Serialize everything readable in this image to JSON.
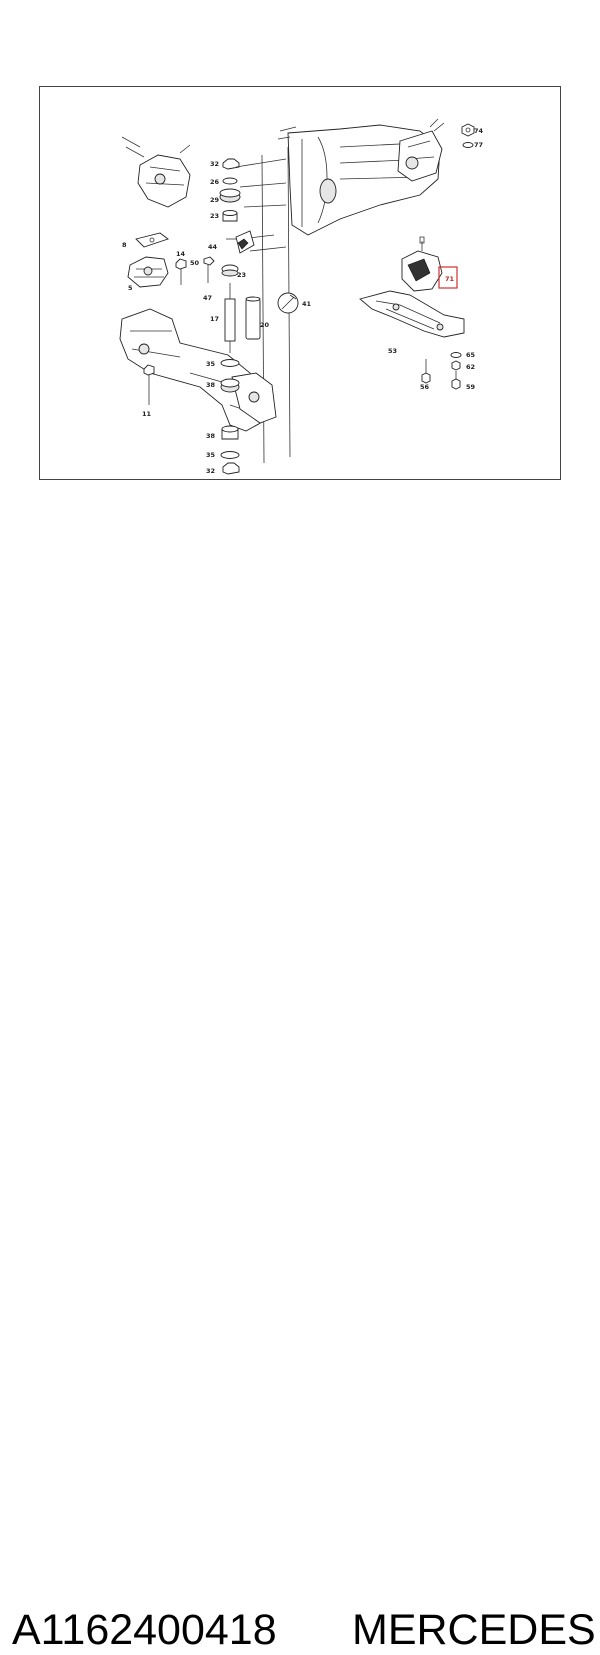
{
  "diagram": {
    "callouts": {
      "c74": "74",
      "c77": "77",
      "c32a": "32",
      "c26": "26",
      "c29": "29",
      "c23a": "23",
      "c8": "8",
      "c14": "14",
      "c44": "44",
      "c50": "50",
      "c23b": "23",
      "c5": "5",
      "c47": "47",
      "c17": "17",
      "c20": "20",
      "c41": "41",
      "c71": "71",
      "c53": "53",
      "c65": "65",
      "c56": "56",
      "c62": "62",
      "c59": "59",
      "c35a": "35",
      "c38a": "38",
      "c11": "11",
      "c38b": "38",
      "c35b": "35",
      "c32b": "32"
    },
    "highlight_color": "#d03030"
  },
  "caption": {
    "part_number": "A1162400418",
    "brand": "MERCEDES"
  }
}
